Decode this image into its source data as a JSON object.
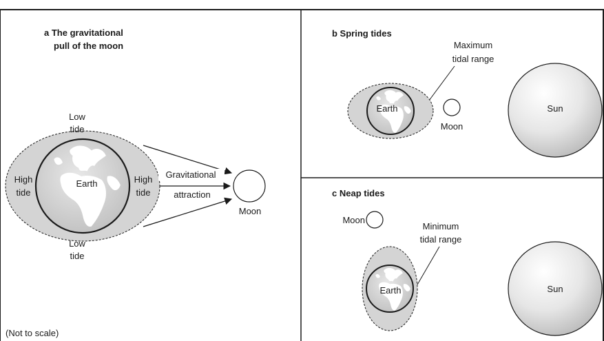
{
  "colors": {
    "ocean": "#d9d9d9",
    "land": "#ffffff",
    "line": "#1a1a1a"
  },
  "panel_a": {
    "title_line1": "a  The gravitational",
    "title_line2": "pull of the moon",
    "low_tide_top_1": "Low",
    "low_tide_top_2": "tide",
    "low_tide_bottom_1": "Low",
    "low_tide_bottom_2": "tide",
    "high_tide_left_1": "High",
    "high_tide_left_2": "tide",
    "high_tide_right_1": "High",
    "high_tide_right_2": "tide",
    "earth": "Earth",
    "moon": "Moon",
    "force_1": "Gravitational",
    "force_2": "attraction",
    "note": "(Not to scale)"
  },
  "panel_b": {
    "title": "b  Spring tides",
    "range_1": "Maximum",
    "range_2": "tidal range",
    "earth": "Earth",
    "moon": "Moon",
    "sun": "Sun"
  },
  "panel_c": {
    "title": "c  Neap tides",
    "range_1": "Minimum",
    "range_2": "tidal range",
    "earth": "Earth",
    "moon": "Moon",
    "sun": "Sun"
  }
}
